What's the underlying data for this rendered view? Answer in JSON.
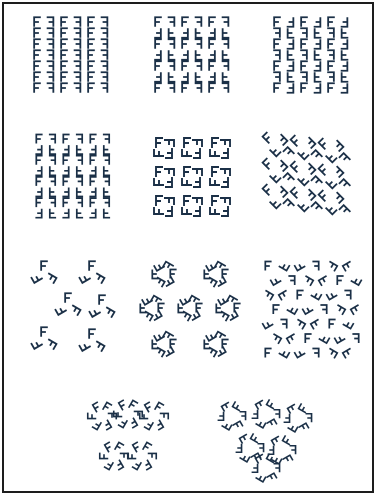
{
  "figure": {
    "description_visible_text": "",
    "glyph": "F",
    "ink_color": "#1b3047",
    "border_color": "#1d1d1d",
    "background_color": "#ffffff",
    "rows": [
      {
        "row": 1,
        "panels": [
          {
            "name": "pattern-p1-row1",
            "symmetry": "translations",
            "layout": "square-grid"
          },
          {
            "name": "pattern-pm-row1",
            "symmetry": "reflection-columns",
            "layout": "square-grid"
          },
          {
            "name": "pattern-pg-row1",
            "symmetry": "glide-reflection",
            "layout": "square-grid"
          }
        ]
      },
      {
        "row": 2,
        "panels": [
          {
            "name": "pattern-p4m-row2",
            "symmetry": "fourfold-reflection",
            "layout": "square-grid"
          },
          {
            "name": "pattern-p4-row2",
            "symmetry": "fourfold-rotation",
            "layout": "square-grid"
          },
          {
            "name": "pattern-cm-row2",
            "symmetry": "diagonal-lattice",
            "layout": "diamond-grid"
          }
        ]
      },
      {
        "row": 3,
        "panels": [
          {
            "name": "pattern-p3-row3",
            "symmetry": "threefold-rotation",
            "layout": "triangular"
          },
          {
            "name": "pattern-p3m1-row3",
            "symmetry": "threefold-reflection",
            "layout": "triangular"
          },
          {
            "name": "pattern-p31m-row3",
            "symmetry": "threefold-dense",
            "layout": "triangular"
          }
        ]
      },
      {
        "row": 4,
        "panels": [
          {
            "name": "pattern-p6-row4",
            "symmetry": "sixfold-rotation",
            "layout": "hexagonal-rings"
          },
          {
            "name": "pattern-p6m-row4",
            "symmetry": "sixfold-reflection",
            "layout": "hexagonal-rings"
          }
        ]
      }
    ]
  }
}
